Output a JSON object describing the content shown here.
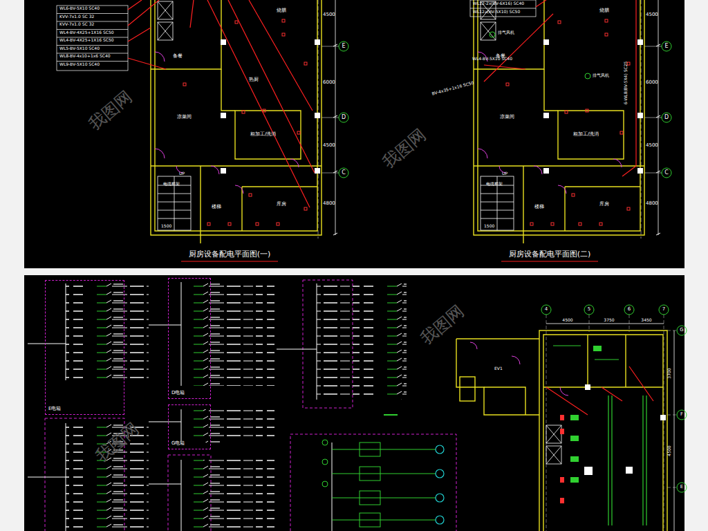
{
  "diagram": {
    "nodes": [
      {
        "text": [
          "E电箱"
        ]
      },
      {
        "text": [
          "D电箱"
        ]
      },
      {
        "text": [
          "G电箱"
        ]
      }
    ],
    "labels": [
      "WL6-BV-5X10 SC40",
      "KVV-7x1.0 SC 32",
      "KVV-7x1.0 SC 32",
      "WL4-BV-4X25+1X16 SC50",
      "WL4-BV-4X25+1X16 SC50",
      "WL5-BV-5X10 SC40",
      "WL8-BV-4x10+1x6 SC40",
      "WL9-BV-5X10 SC40",
      "烧腊",
      "备餐",
      "热厨",
      "凉菜间",
      "粗加工/洗消",
      "电缆桥架",
      "UP",
      "楼梯",
      "库房",
      "1500",
      "4500",
      "6000",
      "4500",
      "4800",
      "E",
      "D",
      "C",
      "厨房设备配电平面图(一)",
      "WL12-2x(BV-6X16) SC40",
      "WL12a(BV-5X10) SC50",
      "排气风机",
      "排气风机",
      "WL4-BV-5X10 SC40",
      "BV-4x35+1x16 SC50",
      "6-WL8(BV-5X4) SC25",
      "烧腊",
      "备餐",
      "凉菜间",
      "粗加工/洗消",
      "电缆桥架",
      "UP",
      "楼梯",
      "库房",
      "1500",
      "4500",
      "6000",
      "4500",
      "4800",
      "E",
      "D",
      "C",
      "厨房设备配电平面图(二)",
      "4",
      "5",
      "6",
      "7",
      "4500",
      "3750",
      "3450",
      "G",
      "F",
      "E",
      "3700",
      "4500",
      "EV1",
      "我图网",
      "我图网",
      "我图网",
      "我图网"
    ]
  }
}
